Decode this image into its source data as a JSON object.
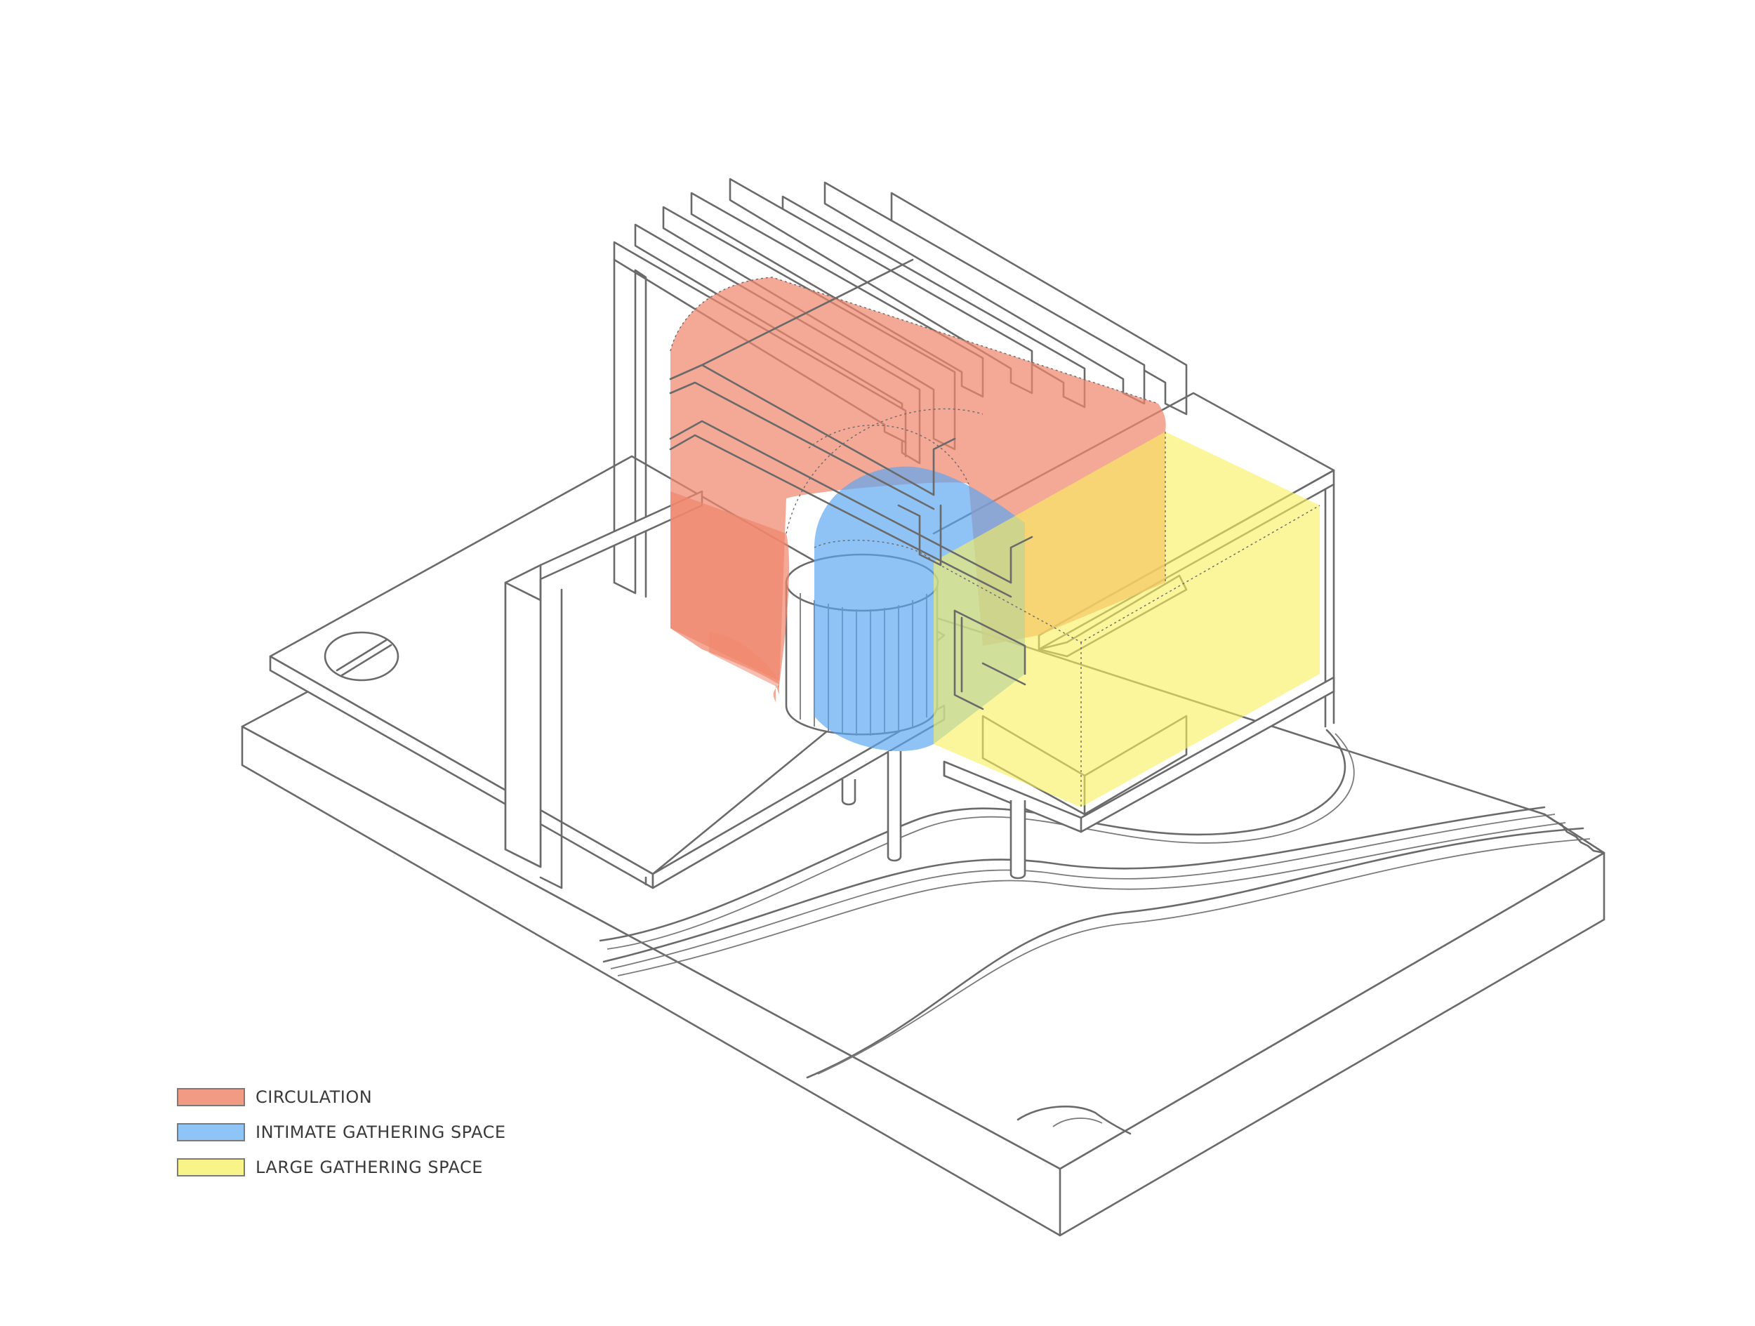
{
  "legend": [
    {
      "label": "CIRCULATION",
      "color": "#f19b85"
    },
    {
      "label": "INTIMATE GATHERING SPACE",
      "color": "#8ec4f6"
    },
    {
      "label": "LARGE GATHERING SPACE",
      "color": "#f9f48a"
    }
  ],
  "colors": {
    "circulation": "#f0866e",
    "intimate": "#5aa6f2",
    "large": "#f8f060",
    "linework": "#6a6a6a"
  }
}
